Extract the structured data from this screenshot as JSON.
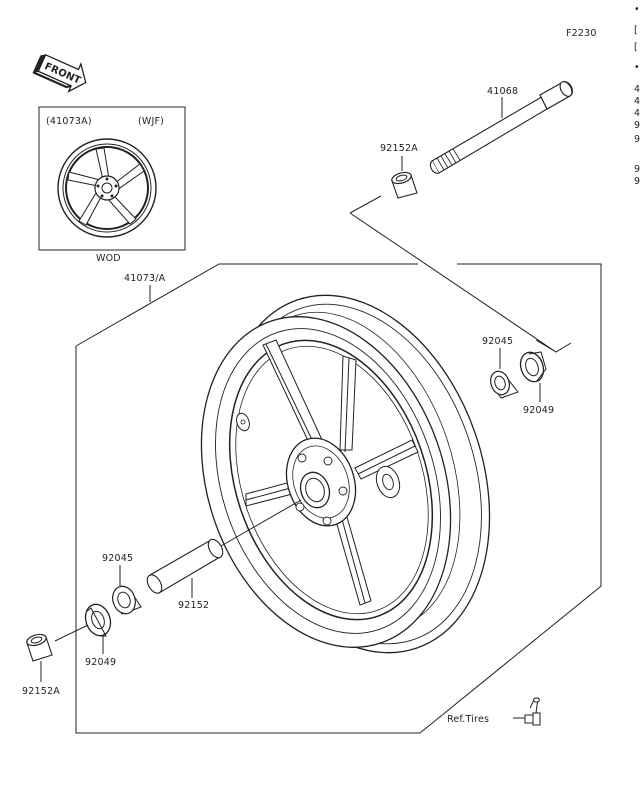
{
  "figure_code": "F2230",
  "front_arrow_label": "FRONT",
  "inset": {
    "part_label": "(41073A)",
    "variant_label": "(WJF)",
    "caption": "WOD"
  },
  "parts": {
    "axle": "41068",
    "collar_top": "92152A",
    "wheel": "41073/A",
    "bearing_right": "92045",
    "seal_right": "92049",
    "bearing_left": "92045",
    "spacer": "92152",
    "seal_left": "92049",
    "collar_bottom": "92152A"
  },
  "reference": {
    "tires": "Ref.Tires"
  },
  "edge_fragments": [
    "•",
    "[",
    "[",
    "•",
    "4",
    "4",
    "4",
    "9",
    "9",
    "9",
    "9"
  ]
}
